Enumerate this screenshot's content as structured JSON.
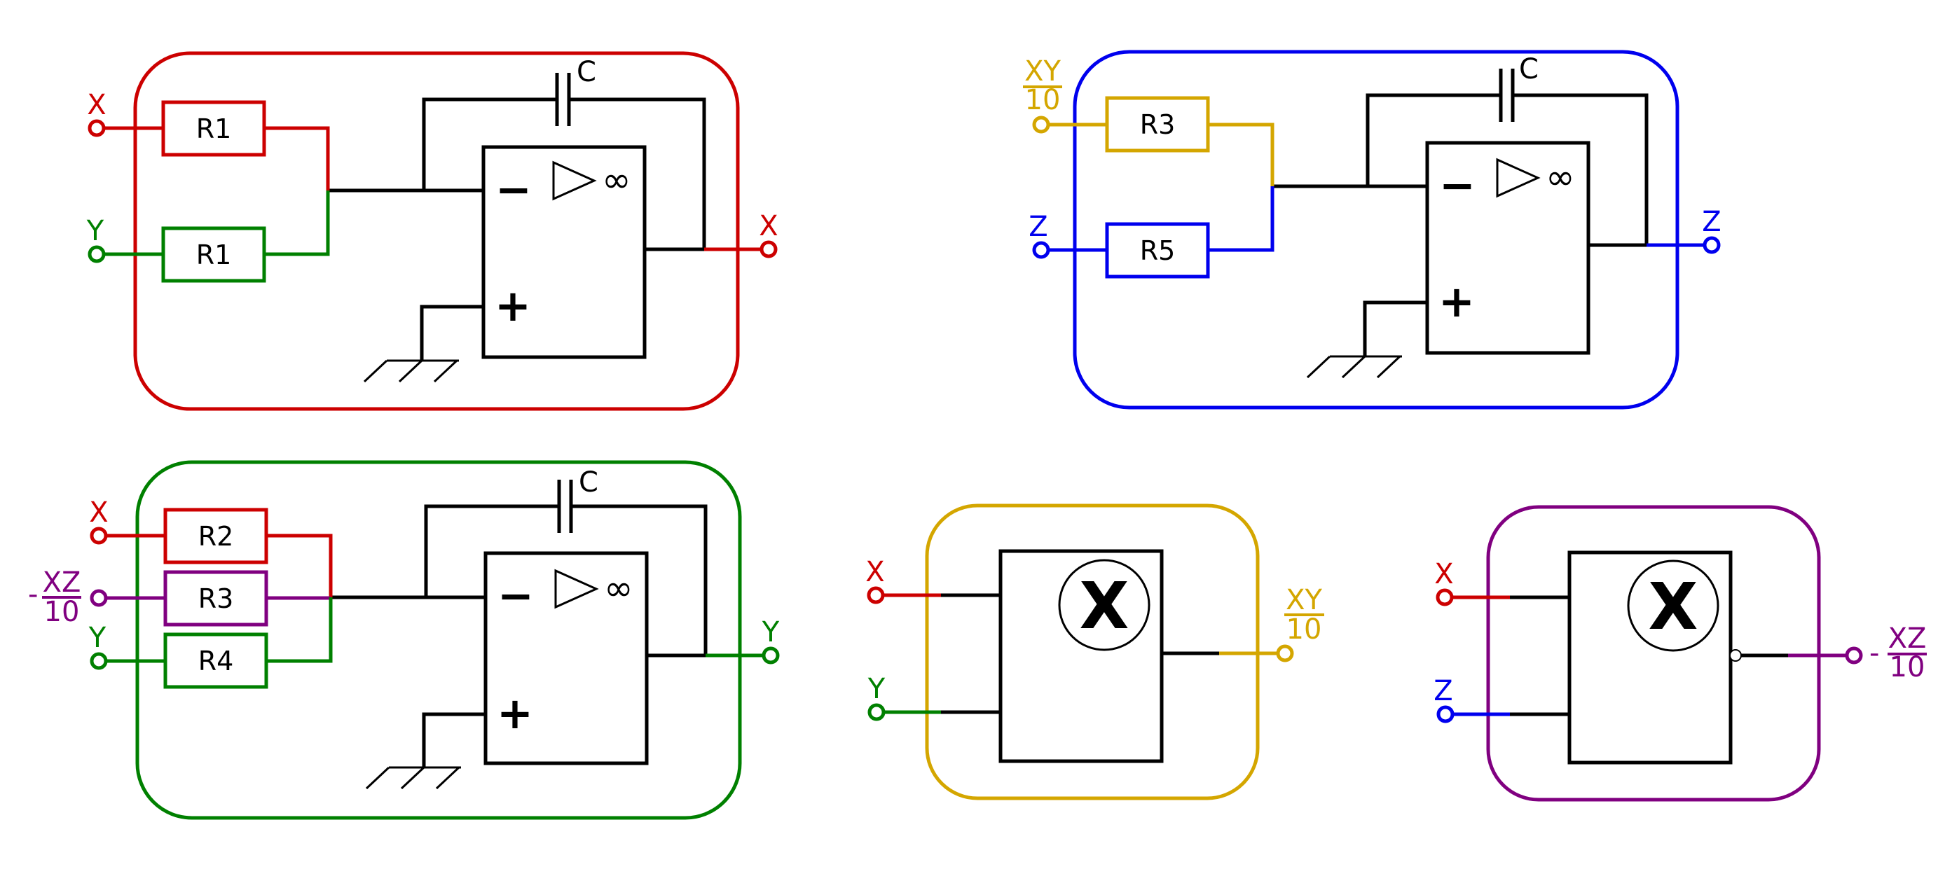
{
  "colors": {
    "x_signal": "#cc0000",
    "y_signal": "#008000",
    "z_signal": "#0000ee",
    "xy_signal": "#d4a600",
    "xz_signal": "#800080",
    "wire": "#000000"
  },
  "integrator_x": {
    "capacitor": "C",
    "minus": "−",
    "plus": "+",
    "infinity": "∞",
    "input_1": {
      "label": "X",
      "resistor": "R1"
    },
    "input_2": {
      "label": "Y",
      "resistor": "R1"
    },
    "output": {
      "label": "X"
    }
  },
  "integrator_z": {
    "capacitor": "C",
    "minus": "−",
    "plus": "+",
    "infinity": "∞",
    "input_1": {
      "num": "XY",
      "den": "10",
      "resistor": "R3"
    },
    "input_2": {
      "label": "Z",
      "resistor": "R5"
    },
    "output": {
      "label": "Z"
    }
  },
  "integrator_y": {
    "capacitor": "C",
    "minus": "−",
    "plus": "+",
    "infinity": "∞",
    "input_1": {
      "label": "X",
      "resistor": "R2"
    },
    "input_2": {
      "sign": "-",
      "num": "XZ",
      "den": "10",
      "resistor": "R3"
    },
    "input_3": {
      "label": "Y",
      "resistor": "R4"
    },
    "output": {
      "label": "Y"
    }
  },
  "multiplier_xy": {
    "symbol": "X",
    "input_1": {
      "label": "X"
    },
    "input_2": {
      "label": "Y"
    },
    "output": {
      "num": "XY",
      "den": "10"
    }
  },
  "multiplier_xz": {
    "symbol": "X",
    "input_1": {
      "label": "X"
    },
    "input_2": {
      "label": "Z"
    },
    "output": {
      "sign": "-",
      "num": "XZ",
      "den": "10"
    }
  }
}
